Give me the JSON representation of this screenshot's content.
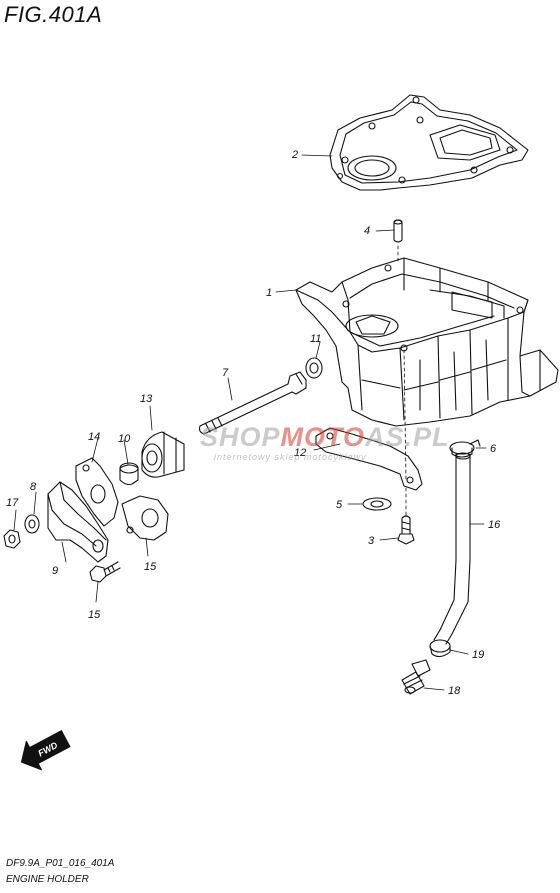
{
  "figure": {
    "title": "FIG.401A",
    "code": "DF9.9A_P01_016_401A",
    "name": "ENGINE HOLDER"
  },
  "watermark": {
    "brand_part1": "SHOP",
    "brand_part2": "MOTO",
    "brand_part3": "AS.PL",
    "tagline": "internetowy sklep motocyklowy"
  },
  "fwd_badge": {
    "label": "FWD"
  },
  "callouts": [
    {
      "id": "c1",
      "label": "1"
    },
    {
      "id": "c2",
      "label": "2"
    },
    {
      "id": "c3",
      "label": "3"
    },
    {
      "id": "c4",
      "label": "4"
    },
    {
      "id": "c5",
      "label": "5"
    },
    {
      "id": "c6",
      "label": "6"
    },
    {
      "id": "c7",
      "label": "7"
    },
    {
      "id": "c8",
      "label": "8"
    },
    {
      "id": "c9",
      "label": "9"
    },
    {
      "id": "c10",
      "label": "10"
    },
    {
      "id": "c11",
      "label": "11"
    },
    {
      "id": "c12",
      "label": "12"
    },
    {
      "id": "c13",
      "label": "13"
    },
    {
      "id": "c14",
      "label": "14"
    },
    {
      "id": "c15a",
      "label": "15"
    },
    {
      "id": "c15b",
      "label": "15"
    },
    {
      "id": "c16",
      "label": "16"
    },
    {
      "id": "c17",
      "label": "17"
    },
    {
      "id": "c18",
      "label": "18"
    },
    {
      "id": "c19",
      "label": "19"
    }
  ]
}
